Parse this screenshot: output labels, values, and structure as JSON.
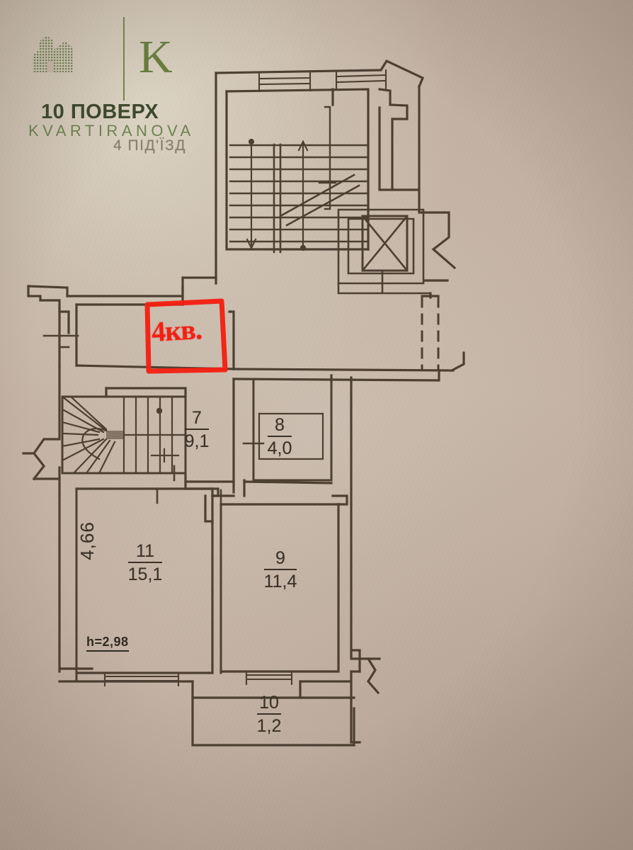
{
  "document": {
    "type": "apartment-floor-plan-photo",
    "background_color": "#c5b4a5",
    "ink_color": "#3a3128"
  },
  "watermark": {
    "logo_icon": "building-logo-icon",
    "monogram": "K",
    "floor_label": "10 ПОВЕРХ",
    "brand": "KVARTIRANOVA",
    "brand_color": "#6e8350",
    "floor_color": "#3e4a2c"
  },
  "caption": {
    "entrance_label": "4 ПІД'ЇЗД"
  },
  "annotation": {
    "handwritten_text": "4кв.",
    "color": "#f61f12",
    "shape": "red-rectangle-highlight"
  },
  "rooms": [
    {
      "id": "room-7",
      "number": "7",
      "area": "9,1"
    },
    {
      "id": "room-8",
      "number": "8",
      "area": "4,0"
    },
    {
      "id": "room-9",
      "number": "9",
      "area": "11,4"
    },
    {
      "id": "room-10",
      "number": "10",
      "area": "1,2"
    },
    {
      "id": "room-11",
      "number": "11",
      "area": "15,1"
    }
  ],
  "dimensions": {
    "left_wall": "4,66",
    "ceiling_height": "h=2,98"
  },
  "plan_features": {
    "stair_main": "main-staircase-with-arrows",
    "stair_winder": "winder-staircase",
    "elevator": "elevator-shaft-x-mark",
    "windows": "hatched-window-symbols",
    "dashed_wall": "dashed-projection-line"
  }
}
